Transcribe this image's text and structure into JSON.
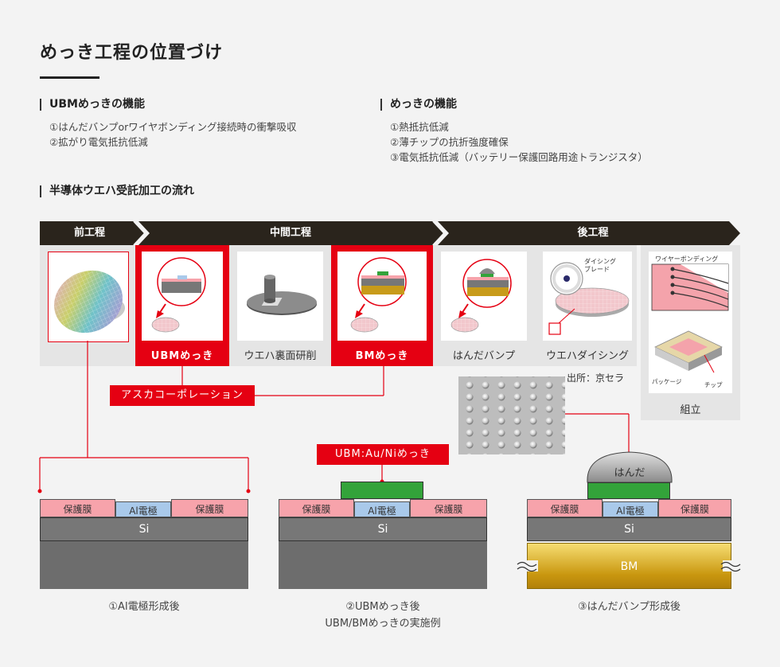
{
  "title": "めっき工程の位置づけ",
  "ubm_section": {
    "heading": "UBMめっきの機能",
    "items": [
      "①はんだバンプorワイヤボンディング接続時の衝撃吸収",
      "②拡がり電気抵抗低減"
    ]
  },
  "plating_section": {
    "heading": "めっきの機能",
    "items": [
      "①熱抵抗低減",
      "②薄チップの抗折強度確保",
      "③電気抵抗低減（バッテリー保護回路用途トランジスタ）"
    ]
  },
  "flow_heading": "半導体ウエハ受託加工の流れ",
  "stages": {
    "front": "前工程",
    "middle": "中間工程",
    "back": "後工程"
  },
  "steps": {
    "ubm": "UBMめっき",
    "grind": "ウエハ裏面研削",
    "bm": "BMめっき",
    "bump": "はんだバンプ",
    "dicing": "ウエハダイシング",
    "assembly": "組立"
  },
  "dicing_blade_label": "ダイシング\nブレード",
  "wire_bonding_label": "ワイヤーボンディング",
  "package_label": "パッケージ",
  "chip_label": "チップ",
  "source": "出所：京セラ",
  "asuka_tag": "アスカコーポレーション",
  "ubm_tag": "UBM:Au/Niめっき",
  "layers": {
    "protective": "保護膜",
    "al_electrode": "Al電極",
    "si": "Si",
    "solder": "はんだ",
    "bm": "BM"
  },
  "captions": {
    "c1": "①Al電極形成後",
    "c2a": "②UBMめっき後",
    "c2b": "UBM/BMめっきの実施例",
    "c3": "③はんだバンプ形成後"
  },
  "colors": {
    "red": "#e50012",
    "dark_bar": "#2a241c",
    "protective": "#f7a3ab",
    "al": "#a9c9ea",
    "si": "#777777",
    "ubm_green": "#33a33a",
    "bm_gold": "#d4a418"
  }
}
